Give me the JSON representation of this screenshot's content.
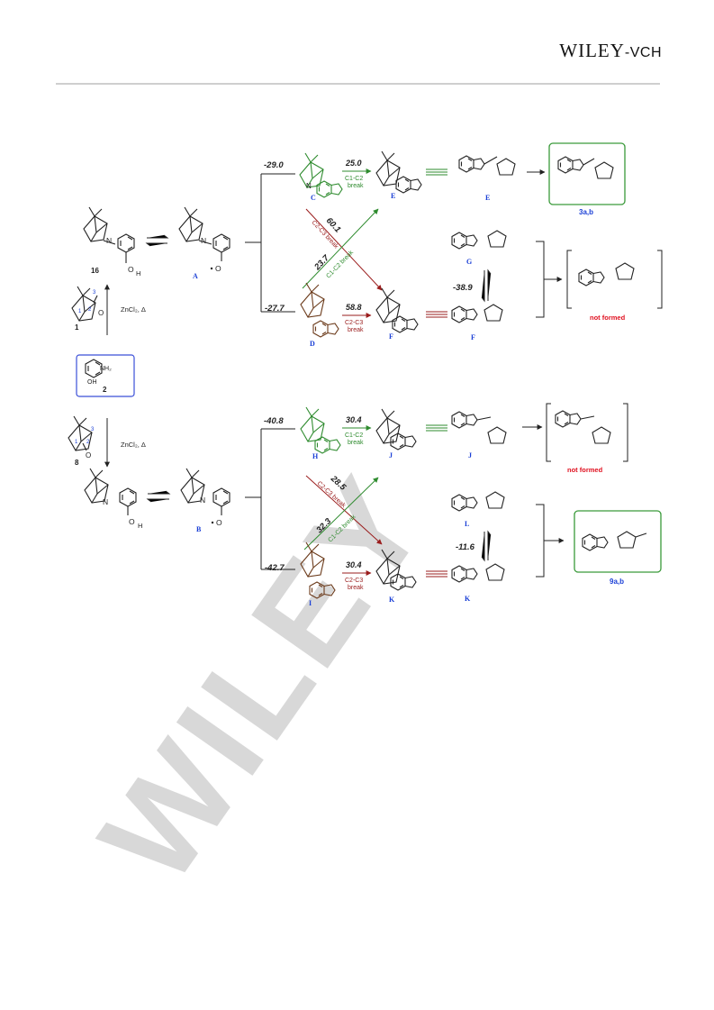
{
  "header": {
    "publisher_main": "WILEY",
    "publisher_sep": "-",
    "publisher_suffix": "VCH"
  },
  "watermark": {
    "text": "WILEY"
  },
  "colors": {
    "blue_label": "#1a3fd6",
    "green": "#2e8b2e",
    "red": "#9a1c1c",
    "not_formed": "#e0101f",
    "box_blue": "#3b4fd8",
    "box_green": "#3a9a3a",
    "rule": "#cfcfcf"
  },
  "scheme": {
    "compounds": {
      "c16": "16",
      "c1": "1",
      "c2": "2",
      "c8": "8",
      "A": "A",
      "B": "B",
      "C": "C",
      "D": "D",
      "E": "E",
      "F": "F",
      "G": "G",
      "H": "H",
      "I": "I",
      "J": "J",
      "K": "K",
      "L": "L",
      "p3ab": "3a,b",
      "p9ab": "9a,b"
    },
    "reagents": {
      "zncl2_top": "ZnCl₂, Δ",
      "zncl2_bottom": "ZnCl₂, Δ",
      "nh2": "NH₂",
      "oh": "OH"
    },
    "energies": {
      "top_upper": "-29.0",
      "top_lower": "-27.7",
      "bottom_upper": "-40.8",
      "bottom_lower": "-42.7",
      "C_to_E": "25.0",
      "D_to_F": "58.8",
      "cross_red_top": "60.1",
      "cross_green_top": "23.7",
      "G_F": "-38.9",
      "H_to_J": "30.4",
      "I_to_K": "30.4",
      "cross_red_bottom": "28.5",
      "cross_green_bottom": "32.3",
      "L_K": "-11.6"
    },
    "bond_labels": {
      "c1c2_line1": "C1-C2",
      "c1c2_line2": "break",
      "c2c3_line1": "C2-C3",
      "c2c3_line2": "break",
      "c2c3_diag": "C2-C3 break",
      "c1c2_diag": "C1-C2 break"
    },
    "status": {
      "not_formed_top": "not formed",
      "not_formed_bottom": "not formed"
    },
    "atoms": {
      "N": "N",
      "O": "O",
      "H": "H",
      "n1": "1",
      "n2": "2",
      "n3": "3"
    }
  }
}
